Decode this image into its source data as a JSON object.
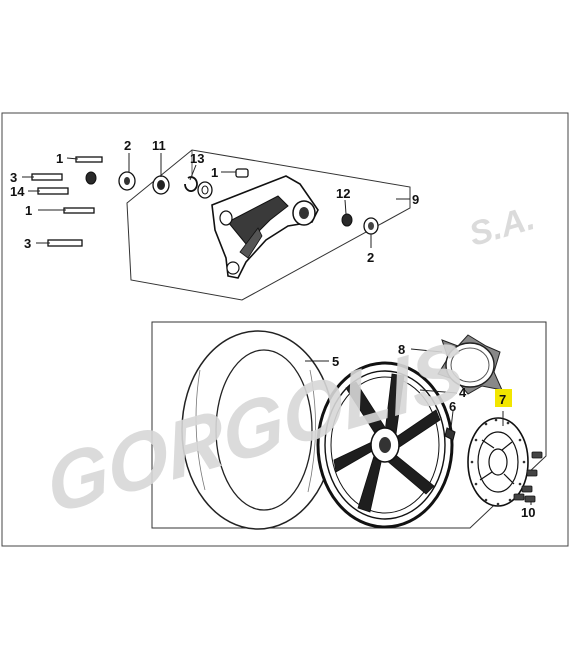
{
  "watermark": {
    "brand": "GORGOLIS",
    "suffix": "S.A."
  },
  "callouts": {
    "swingarm": {
      "c1a": "1",
      "c2a": "2",
      "c11": "11",
      "c13": "13",
      "c1b": "1",
      "c3a": "3",
      "c14": "14",
      "c1c": "1",
      "c3b": "3",
      "c12": "12",
      "c9": "9",
      "c2b": "2"
    },
    "wheel": {
      "c5": "5",
      "c8": "8",
      "c4": "4",
      "c6": "6",
      "c7": "7",
      "c10": "10"
    }
  },
  "highlight_color": "#f2e600",
  "line_color": "#222222"
}
